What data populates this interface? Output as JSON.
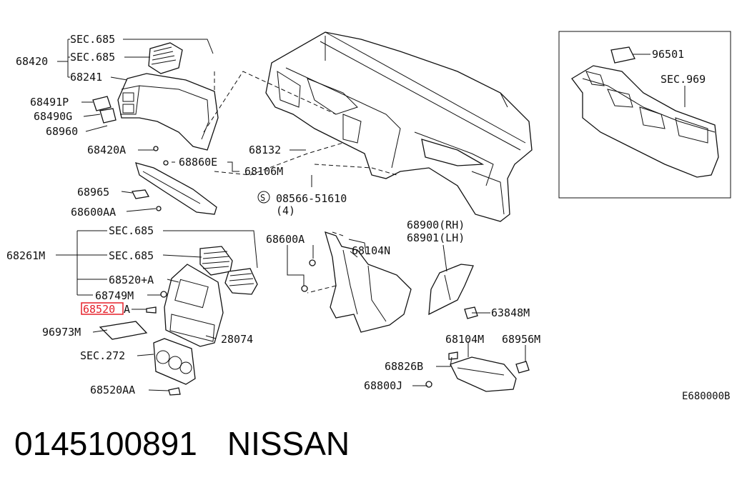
{
  "diagram": {
    "labels": {
      "sec685_a": "SEC.685",
      "l68420": "68420",
      "sec685_b": "SEC.685",
      "l68241": "68241",
      "l68491P": "68491P",
      "l68490G": "68490G",
      "l68960": "68960",
      "l68420A": "68420A",
      "l68860E": "68860E",
      "l68106M": "68106M",
      "l68132": "68132",
      "l68965": "68965",
      "l68600AA": "68600AA",
      "l08566": "08566-51610",
      "l08566qty": "(4)",
      "screw_symbol": "S",
      "sec685_c": "SEC.685",
      "l68261M": "68261M",
      "sec685_d": "SEC.685",
      "l68520pA": "68520+A",
      "l68749M": "68749M",
      "l68520_hl": "68520",
      "l68520_suffix": "A",
      "l96973M": "96973M",
      "l28074": "28074",
      "sec272": "SEC.272",
      "l68520AA": "68520AA",
      "l68600A": "68600A",
      "l68104N": "68104N",
      "l68900": "68900(RH)",
      "l68901": "68901(LH)",
      "l63848M": "63848M",
      "l68104M": "68104M",
      "l68956M": "68956M",
      "l68826B": "68826B",
      "l68800J": "68800J",
      "l96501": "96501",
      "sec969": "SEC.969",
      "code": "E680000B"
    }
  },
  "footer": {
    "part_number": "0145100891",
    "brand": "NISSAN"
  },
  "colors": {
    "highlight": "#e5202a",
    "ink": "#111111"
  }
}
